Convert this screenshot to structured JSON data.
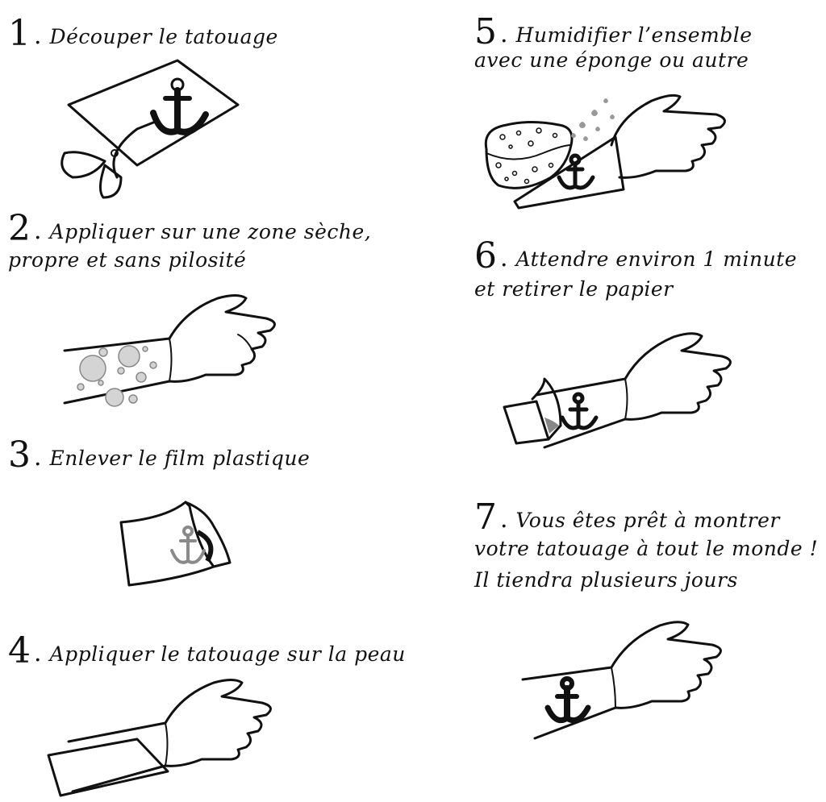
{
  "steps": [
    {
      "num": "1",
      "dot": ".",
      "lines": [
        "Découper le tatouage"
      ]
    },
    {
      "num": "2",
      "dot": ".",
      "lines": [
        "Appliquer sur une zone sèche,",
        "propre et sans pilosité"
      ]
    },
    {
      "num": "3",
      "dot": ".",
      "lines": [
        "Enlever le film plastique"
      ]
    },
    {
      "num": "4",
      "dot": ".",
      "lines": [
        "Appliquer le tatouage sur la peau"
      ]
    },
    {
      "num": "5",
      "dot": ".",
      "lines": [
        "Humidifier l’ensemble",
        "avec une éponge ou autre"
      ]
    },
    {
      "num": "6",
      "dot": ".",
      "lines": [
        "Attendre environ 1 minute",
        "et retirer le papier"
      ]
    },
    {
      "num": "7",
      "dot": ".",
      "lines": [
        "Vous êtes prêt à montrer",
        "votre tatouage à tout le monde !",
        "Il tiendra plusieurs jours"
      ]
    }
  ],
  "icons": {
    "step1": "scissors-cutting-anchor-tattoo-icon",
    "step2": "forearm-with-bubbles-icon",
    "step3": "peeling-plastic-film-icon",
    "step4": "forearm-with-paper-icon",
    "step5": "sponge-wetting-paper-icon",
    "step6": "peeling-paper-from-arm-icon",
    "step7": "forearm-with-anchor-tattoo-icon"
  },
  "colors": {
    "ink": "#111111",
    "bubble": "#bdbdbd",
    "grey-anchor": "#8a8a8a"
  }
}
